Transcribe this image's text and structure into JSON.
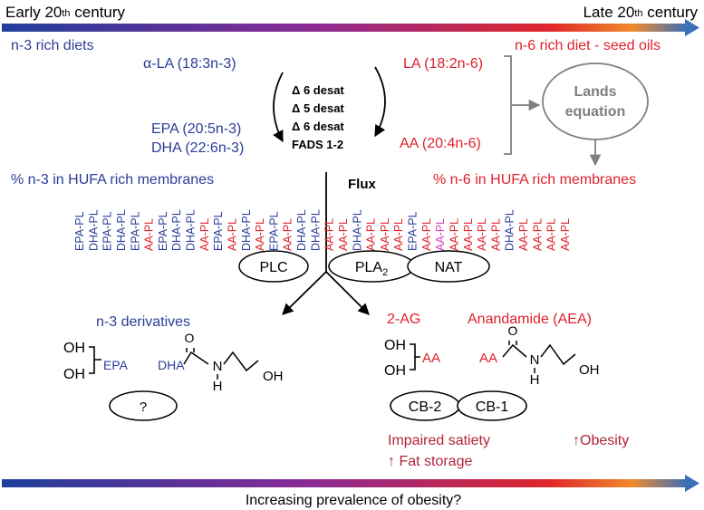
{
  "colors": {
    "n3": "#2b3d97",
    "n6": "#e0212c",
    "arg": "#c8102e",
    "obesity": "#b0243a",
    "gray": "#7f7f7f",
    "black": "#000000",
    "magenta": "#d43fbf"
  },
  "timeline": {
    "left_label": "Early 20th century",
    "left_label_main": "Early 20",
    "left_label_sup": "th",
    "left_label_end": " century",
    "right_label_main": "Late 20",
    "right_label_sup": "th",
    "right_label_end": " century"
  },
  "left": {
    "diet": "n-3 rich diets",
    "ala": "α-LA (18:3n-3)",
    "epa": "EPA (20:5n-3)",
    "dha": "DHA (22:6n-3)",
    "membranes": "% n-3 in HUFA rich membranes"
  },
  "enzymes": {
    "d6a": "Δ 6 desat",
    "d5": "Δ 5 desat",
    "d6b": "Δ 6 desat",
    "fads": "FADS 1-2"
  },
  "right": {
    "diet": "n-6 rich diet - seed oils",
    "la": "LA (18:2n-6)",
    "aa": "AA (20:4n-6)",
    "lands_line1": "Lands",
    "lands_line2": "equation",
    "membranes": "% n-6 in HUFA rich membranes"
  },
  "flux": "Flux",
  "phospholipids": [
    {
      "label": "EPA-PL",
      "type": "n3"
    },
    {
      "label": "DHA-PL",
      "type": "n3"
    },
    {
      "label": "EPA-PL",
      "type": "n3"
    },
    {
      "label": "DHA-PL",
      "type": "n3"
    },
    {
      "label": "EPA-PL",
      "type": "n3"
    },
    {
      "label": "AA-PL",
      "type": "n6"
    },
    {
      "label": "EPA-PL",
      "type": "n3"
    },
    {
      "label": "DHA-PL",
      "type": "n3"
    },
    {
      "label": "DHA-PL",
      "type": "n3"
    },
    {
      "label": "AA-PL",
      "type": "n6"
    },
    {
      "label": "EPA-PL",
      "type": "n3"
    },
    {
      "label": "AA-PL",
      "type": "n6"
    },
    {
      "label": "DHA-PL",
      "type": "n3"
    },
    {
      "label": "AA-PL",
      "type": "n6"
    },
    {
      "label": "EPA-PL",
      "type": "n3"
    },
    {
      "label": "AA-PL",
      "type": "n6"
    },
    {
      "label": "DHA-PL",
      "type": "n3"
    },
    {
      "label": "DHA-PL",
      "type": "n3"
    },
    {
      "label": "AA-PL",
      "type": "n6"
    },
    {
      "label": "AA-PL",
      "type": "n6"
    },
    {
      "label": "DHA-PL",
      "type": "n3"
    },
    {
      "label": "AA-PL",
      "type": "n6"
    },
    {
      "label": "AA-PL",
      "type": "n6"
    },
    {
      "label": "AA-PL",
      "type": "n6"
    },
    {
      "label": "EPA-PL",
      "type": "n3"
    },
    {
      "label": "AA-PL",
      "type": "n6"
    },
    {
      "label": "AA-PL",
      "type": "magenta"
    },
    {
      "label": "AA-PL",
      "type": "n6"
    },
    {
      "label": "AA-PL",
      "type": "n6"
    },
    {
      "label": "AA-PL",
      "type": "n6"
    },
    {
      "label": "AA-PL",
      "type": "n6"
    },
    {
      "label": "DHA-PL",
      "type": "n3"
    },
    {
      "label": "AA-PL",
      "type": "n6"
    },
    {
      "label": "AA-PL",
      "type": "n6"
    },
    {
      "label": "AA-PL",
      "type": "n6"
    },
    {
      "label": "AA-PL",
      "type": "n6"
    }
  ],
  "enzymes_membrane": {
    "plc": "PLC",
    "pla_main": "PLA",
    "pla_sub": "2",
    "nat": "NAT"
  },
  "derivatives": {
    "n3_title": "n-3 derivatives",
    "oh1": "OH",
    "oh2": "OH",
    "epa": "EPA",
    "dha": "DHA",
    "o_dha": "O",
    "n_dha": "N",
    "h_dha": "H",
    "oh_dha": "OH",
    "unknown": "?",
    "twoag_title": "2-AG",
    "aea_title": "Anandamide (AEA)",
    "oh3": "OH",
    "oh4": "OH",
    "aa_2ag": "AA",
    "aa_aea": "AA",
    "o_aea": "O",
    "n_aea": "N",
    "h_aea": "H",
    "oh_aea": "OH",
    "cb2": "CB-2",
    "cb1": "CB-1"
  },
  "outcomes": {
    "satiety": "Impaired satiety",
    "fat": "↑ Fat storage",
    "obesity": "↑Obesity"
  },
  "bottom": {
    "label": "Increasing prevalence of obesity?"
  }
}
